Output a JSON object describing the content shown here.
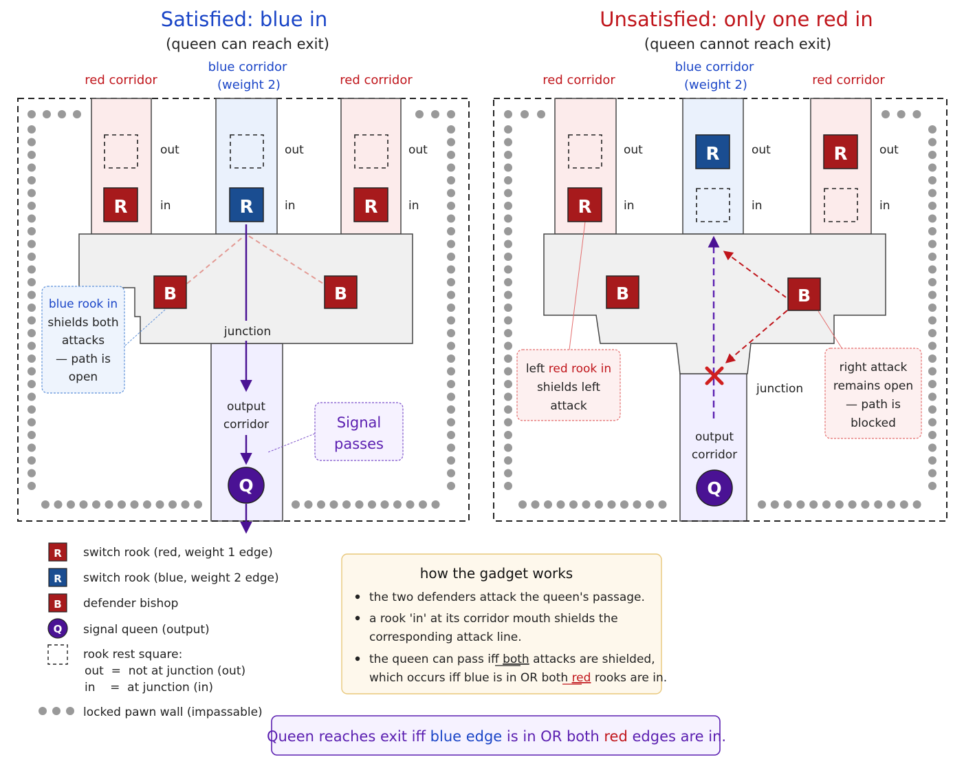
{
  "left": {
    "title": "Satisfied: blue in",
    "subtitle": "(queen can reach exit)",
    "corridor_left_label": "red corridor",
    "corridor_mid_label_1": "blue corridor",
    "corridor_mid_label_2": "(weight 2)",
    "corridor_right_label": "red corridor",
    "out_label": "out",
    "in_label": "in",
    "junction_label": "junction",
    "output_label_1": "output",
    "output_label_2": "corridor",
    "callout": {
      "line1": "blue rook in",
      "line2": "shields both",
      "line3": "attacks",
      "line4": "— path is",
      "line5": "open"
    },
    "signal_line1": "Signal",
    "signal_line2": "passes"
  },
  "right": {
    "title": "Unsatisfied: only one red in",
    "subtitle": "(queen cannot reach exit)",
    "corridor_left_label": "red corridor",
    "corridor_mid_label_1": "blue corridor",
    "corridor_mid_label_2": "(weight 2)",
    "corridor_right_label": "red corridor",
    "out_label": "out",
    "in_label": "in",
    "junction_label": "junction",
    "output_label_1": "output",
    "output_label_2": "corridor",
    "callout_left": {
      "line1a": "left ",
      "line1b": "red rook in",
      "line2": "shields left",
      "line3": "attack"
    },
    "callout_right": {
      "line1": "right attack",
      "line2": "remains open",
      "line3": "— path is",
      "line4": "blocked"
    }
  },
  "pieces": {
    "rook": "R",
    "bishop": "B",
    "queen": "Q"
  },
  "legend": {
    "red_rook": "switch rook (red, weight 1 edge)",
    "blue_rook": "switch rook (blue, weight 2 edge)",
    "bishop": "defender bishop",
    "queen": "signal queen (output)",
    "rest_title": "rook rest square:",
    "rest_out": "out  =  not at junction (out)",
    "rest_in": "in    =  at junction (in)",
    "wall": "locked pawn wall (impassable)"
  },
  "how": {
    "title": "how the gadget works",
    "b1": "the two defenders attack the queen's passage.",
    "b2a": "a rook 'in' at its corridor mouth shields the",
    "b2b": "corresponding attack line.",
    "b3a_1": "the queen can pass iff ",
    "b3a_2": "both",
    "b3a_3": " attacks are shielded,",
    "b3b_1": "which occurs iff blue is in OR both ",
    "b3b_2": "red",
    "b3b_3": " rooks are in."
  },
  "summary": {
    "p1": "Queen reaches exit iff ",
    "p2": "blue edge",
    "p3": " is in OR both ",
    "p4": "red",
    "p5": " edges are in."
  },
  "colors": {
    "red": "#c0151b",
    "blue": "#1a45c7",
    "purple": "#5a1eb0",
    "piece_red": "#a71a1c",
    "piece_blue": "#1a4d91",
    "piece_queen": "#4a1294",
    "wall_gray": "#999999"
  }
}
